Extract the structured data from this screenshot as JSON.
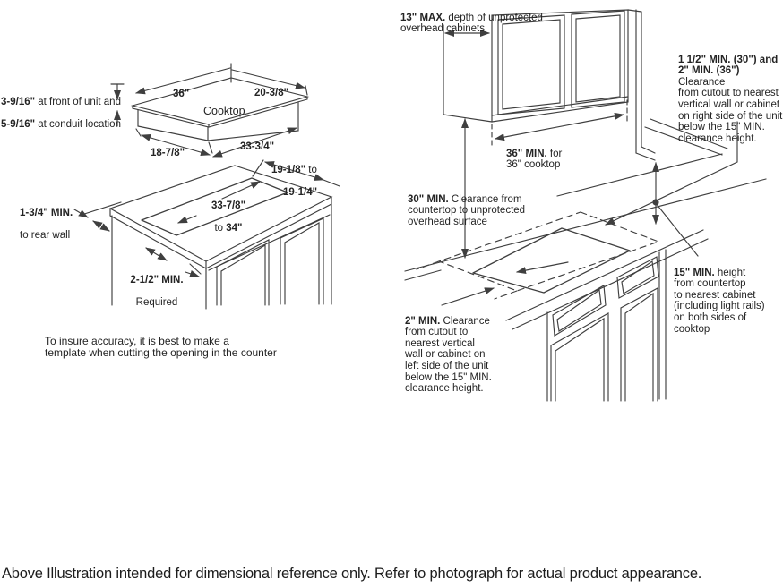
{
  "caption": "Above Illustration intended for dimensional reference only. Refer to photograph for actual product appearance.",
  "left": {
    "cooktop_label": "Cooktop",
    "dims": {
      "top": "36\"",
      "top_right": "20-3/8\"",
      "bottom_left": "18-7/8\"",
      "bottom_right": "33-3/4\""
    },
    "height_note": {
      "bold1": "3-9/16\"",
      "text1": " at front of unit and",
      "bold2": "5-9/16\"",
      "text2": " at conduit location"
    },
    "cutout": {
      "width_bold1": "19-1/8\"",
      "width_text1": " to",
      "width_bold2": "19-1/4\"",
      "length_bold1": "33-7/8\"",
      "length_text2": "to ",
      "length_bold2": "34\"",
      "rear_bold": "1-3/4\" MIN.",
      "rear_text": "to rear wall",
      "front_bold": "2-1/2\" MIN.",
      "front_text": "Required"
    },
    "note": "To insure accuracy, it is best to make a\ntemplate when cutting the opening in the counter"
  },
  "right": {
    "overhead_depth": {
      "bold": "13\" MAX.",
      "text": " depth of unprotected\noverhead cabinets"
    },
    "right_clearance": {
      "bold": "1 1/2\" MIN. (30\") and\n2\" MIN. (36\")",
      "text": " Clearance\nfrom cutout to nearest\nvertical wall or cabinet\non right side of the unit\nbelow the 15\" MIN.\nclearance height."
    },
    "min_width": {
      "bold": "36\" MIN.",
      "text": " for\n36\" cooktop"
    },
    "overhead_clearance": {
      "bold": "30\" MIN.",
      "text": " Clearance from\ncountertop to unprotected\noverhead surface"
    },
    "side_height": {
      "bold": "15\" MIN.",
      "text": " height\nfrom countertop\nto nearest cabinet\n(including light rails)\non both sides of\ncooktop"
    },
    "left_clearance": {
      "bold": "2\" MIN.",
      "text": " Clearance\nfrom cutout to\nnearest vertical\nwall or cabinet on\nleft side of the unit\nbelow the 15\" MIN.\nclearance height."
    }
  },
  "colors": {
    "line": "#3f3f3f",
    "text": "#242424",
    "background": "#ffffff"
  }
}
